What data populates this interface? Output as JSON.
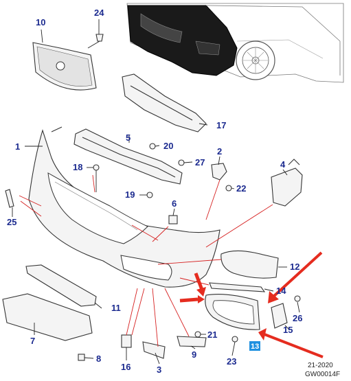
{
  "callouts": {
    "c1": "1",
    "c2": "2",
    "c3": "3",
    "c4": "4",
    "c5": "5",
    "c6": "6",
    "c7": "7",
    "c8": "8",
    "c9": "9",
    "c10": "10",
    "c11": "11",
    "c12": "12",
    "c13": "13",
    "c14": "14",
    "c15": "15",
    "c16": "16",
    "c17": "17",
    "c18": "18",
    "c19": "19",
    "c20": "20",
    "c21": "21",
    "c22": "22",
    "c23": "23",
    "c24": "24",
    "c25": "25",
    "c26": "26",
    "c27": "27"
  },
  "footer": {
    "date_code": "21-2020",
    "figure_id": "GW00014F"
  },
  "colors": {
    "callout_text": "#1b2a8f",
    "highlight_box": "#1e90e0",
    "arrow": "#e52c1f",
    "vehicle_body": "#111111"
  }
}
